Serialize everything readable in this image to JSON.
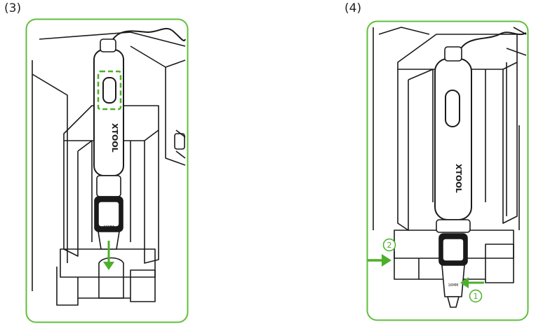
{
  "steps": {
    "left_label": "(3)",
    "right_label": "(4)"
  },
  "device": {
    "brand_text": "XTOOL",
    "lens_text": "16MM"
  },
  "callouts": {
    "one": "1",
    "two": "2"
  },
  "colors": {
    "frame_green": "#5fbf3a",
    "arrow_green": "#4caf2a",
    "line_dark": "#1a1a1a"
  }
}
